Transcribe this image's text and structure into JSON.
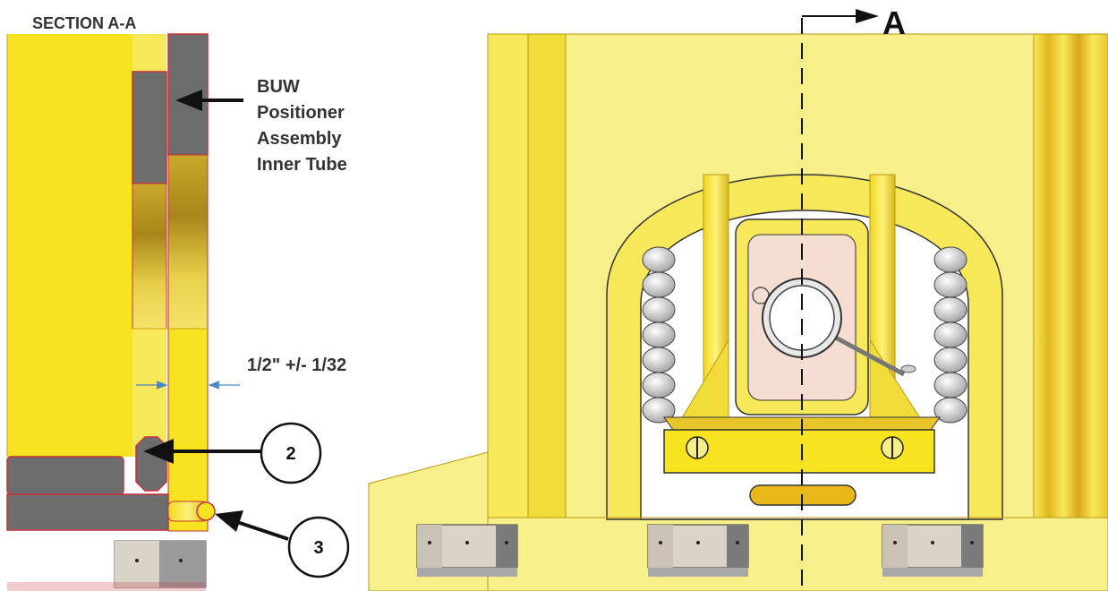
{
  "section_title": "SECTION A-A",
  "section_marker": "A",
  "callout_label": {
    "line1": "BUW",
    "line2": "Positioner",
    "line3": "Assembly",
    "line4": "Inner Tube"
  },
  "dimension_text": "1/2\" +/- 1/32",
  "balloons": {
    "item_2": "2",
    "item_3": "3"
  },
  "colors": {
    "yellow": "#f7e31f",
    "pale_yellow": "#f7ef8a",
    "gray": "#6d6d6d",
    "red_outline": "#c8323c",
    "dimension_blue": "#4a86c8",
    "arrow_black": "#111111"
  }
}
